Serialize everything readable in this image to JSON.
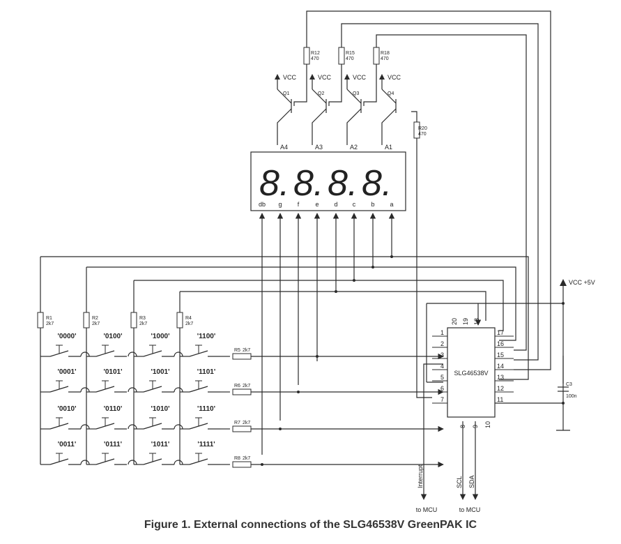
{
  "figure": {
    "caption": "Figure 1. External connections of the SLG46538V GreenPAK IC"
  },
  "display": {
    "digit_text": "8.",
    "digit_labels": [
      "A4",
      "A3",
      "A2",
      "A1"
    ],
    "pin_labels": [
      "db",
      "g",
      "f",
      "e",
      "d",
      "c",
      "b",
      "a"
    ],
    "segment_color": "#e42b2b"
  },
  "transistors": [
    {
      "name": "Q1",
      "supply": "VCC",
      "resistor": "R12",
      "value": "470"
    },
    {
      "name": "Q2",
      "supply": "VCC",
      "resistor": "R15",
      "value": "470"
    },
    {
      "name": "Q3",
      "supply": "VCC",
      "resistor": "R18",
      "value": "470"
    },
    {
      "name": "Q4",
      "supply": "VCC",
      "resistor": "R20",
      "value": "470"
    }
  ],
  "keypad": {
    "rows": [
      [
        "'0000'",
        "'0100'",
        "'1000'",
        "'1100'"
      ],
      [
        "'0001'",
        "'0101'",
        "'1001'",
        "'1101'"
      ],
      [
        "'0010'",
        "'0110'",
        "'1010'",
        "'1110'"
      ],
      [
        "'0011'",
        "'0111'",
        "'1011'",
        "'1111'"
      ]
    ],
    "pullups": [
      {
        "name": "R1",
        "value": "2k7"
      },
      {
        "name": "R2",
        "value": "2k7"
      },
      {
        "name": "R3",
        "value": "2k7"
      },
      {
        "name": "R4",
        "value": "2k7"
      }
    ],
    "series": [
      {
        "name": "R5",
        "value": "2k7"
      },
      {
        "name": "R6",
        "value": "2k7"
      },
      {
        "name": "R7",
        "value": "2k7"
      },
      {
        "name": "R8",
        "value": "2k7"
      }
    ]
  },
  "ic": {
    "name": "SLG46538V",
    "left_pins": [
      "1",
      "2",
      "3",
      "4",
      "5",
      "6",
      "7"
    ],
    "right_pins": [
      "17",
      "16",
      "15",
      "14",
      "13",
      "12",
      "11"
    ],
    "top_pins": [
      "20",
      "19",
      "18"
    ],
    "bottom_pins": [
      "8",
      "9",
      "10"
    ]
  },
  "power": {
    "vcc_label": "VCC +5V",
    "cap_name": "C3",
    "cap_value": "100n"
  },
  "mcu": {
    "interrupt": "Interrupt",
    "scl": "SCL",
    "sda": "SDA",
    "to_mcu": "to MCU"
  }
}
